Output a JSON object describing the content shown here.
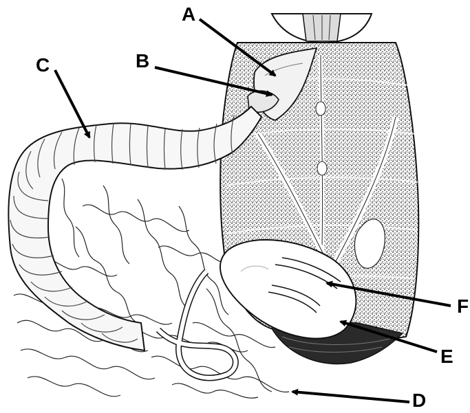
{
  "colors": {
    "ink": "#111111",
    "paper": "#ffffff",
    "stipple": "#2b2b2b",
    "light_organ": "#f4f4f4"
  },
  "labels": {
    "a": "A",
    "b": "B",
    "c": "C",
    "d": "D",
    "e": "E",
    "f": "F"
  }
}
